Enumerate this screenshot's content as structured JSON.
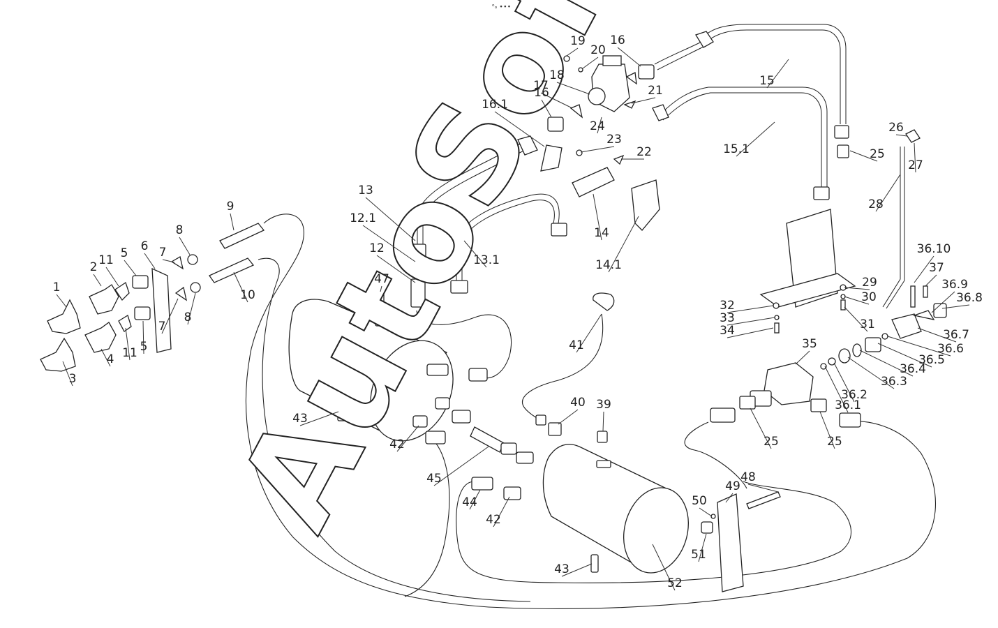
{
  "header": {
    "top_mark": "ᵒₒ ∙∙∙"
  },
  "watermark": {
    "text": "AutoSoft"
  },
  "callouts": [
    "1",
    "2",
    "3",
    "4",
    "5",
    "5",
    "6",
    "7",
    "7",
    "8",
    "8",
    "9",
    "10",
    "11",
    "11",
    "12",
    "12.1",
    "13",
    "13.1",
    "14",
    "14.1",
    "15",
    "15.1",
    "16",
    "16",
    "16.1",
    "17",
    "18",
    "19",
    "20",
    "21",
    "22",
    "23",
    "24",
    "25",
    "25",
    "25",
    "26",
    "27",
    "28",
    "29",
    "30",
    "31",
    "32",
    "33",
    "34",
    "35",
    "36.1",
    "36.2",
    "36.3",
    "36.4",
    "36.5",
    "36.6",
    "36.7",
    "36.8",
    "36.9",
    "36.10",
    "37",
    "39",
    "40",
    "41",
    "42",
    "42",
    "43",
    "43",
    "44",
    "45",
    "47",
    "48",
    "49",
    "50",
    "51",
    "52"
  ]
}
